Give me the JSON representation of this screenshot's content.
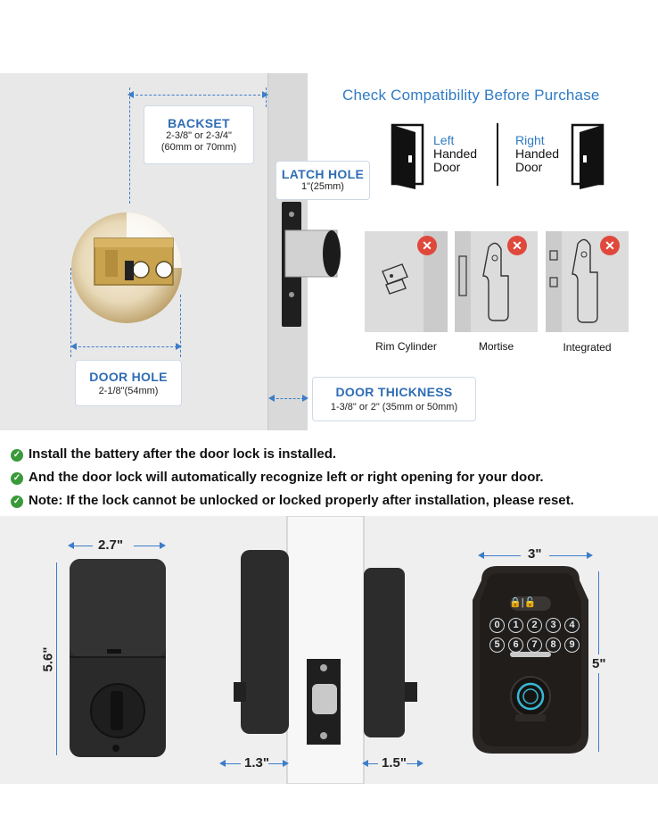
{
  "top": {
    "backset": {
      "title": "BACKSET",
      "line1": "2-3/8\" or 2-3/4\"",
      "line2": "(60mm or 70mm)"
    },
    "latch_hole": {
      "title": "LATCH HOLE",
      "value": "1\"(25mm)"
    },
    "door_hole": {
      "title": "DOOR HOLE",
      "value": "2-1/8\"(54mm)"
    },
    "door_thickness": {
      "title": "DOOR THICKNESS",
      "value": "1-3/8\" or 2\" (35mm or 50mm)"
    },
    "compat_title": "Check Compatibility Before Purchase",
    "left_door": {
      "l1": "Left",
      "l2": "Handed",
      "l3": "Door"
    },
    "right_door": {
      "l1": "Right",
      "l2": "Handed",
      "l3": "Door"
    },
    "incompatible": [
      {
        "label": "Rim Cylinder",
        "icon": "x-icon"
      },
      {
        "label": "Mortise",
        "icon": "x-icon"
      },
      {
        "label": "Integrated",
        "icon": "x-icon"
      }
    ]
  },
  "notes": [
    "Install the battery after the door lock is installed.",
    "And the door lock will automatically recognize left or right opening for your door.",
    "Note: If the lock cannot be unlocked or locked properly after installation, please reset."
  ],
  "dims": {
    "width_back": "2.7\"",
    "height_back": "5.6\"",
    "depth_back": "1.3\"",
    "depth_front": "1.5\"",
    "width_front": "3\"",
    "height_front": "5\""
  },
  "keypad": {
    "row1": [
      "0",
      "1",
      "2",
      "3",
      "4"
    ],
    "row2": [
      "5",
      "6",
      "7",
      "8",
      "9"
    ]
  },
  "colors": {
    "accent": "#2f7bc4",
    "badge": "#e0483c",
    "check": "#3a9a3a"
  }
}
